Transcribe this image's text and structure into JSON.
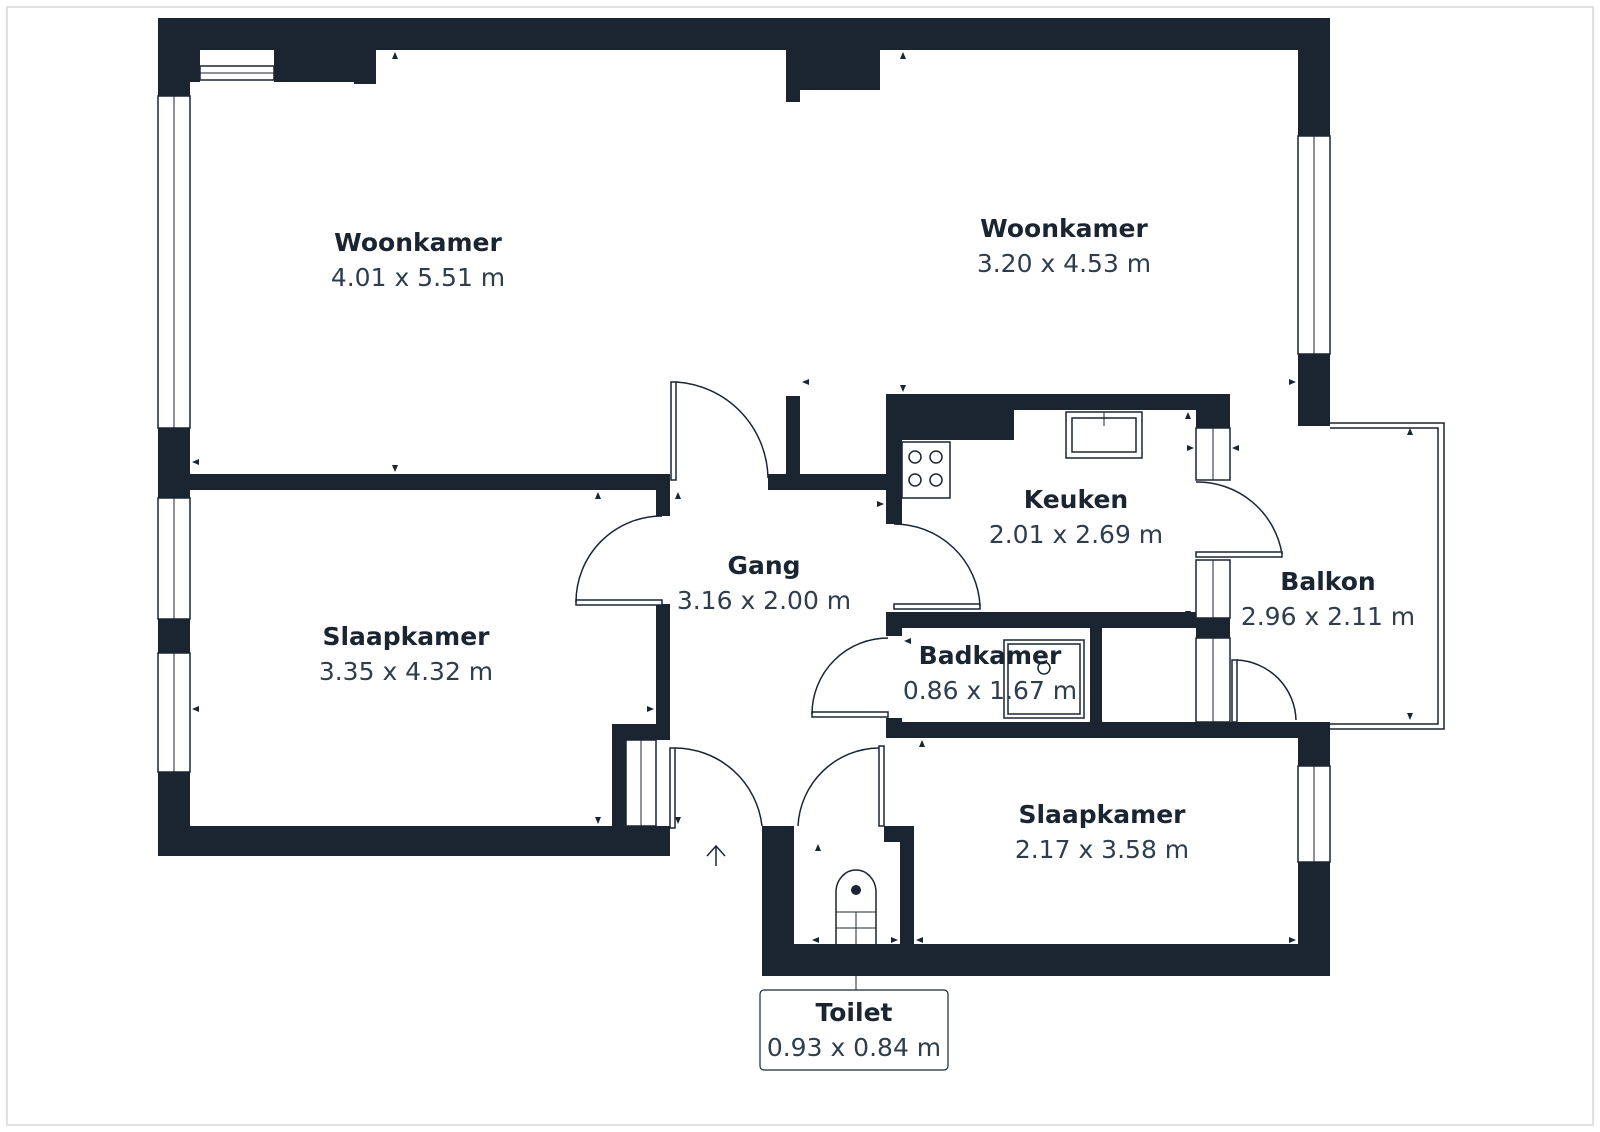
{
  "rooms": {
    "woonkamer_1": {
      "name": "Woonkamer",
      "size": "4.01 x 5.51 m"
    },
    "woonkamer_2": {
      "name": "Woonkamer",
      "size": "3.20 x 4.53 m"
    },
    "keuken": {
      "name": "Keuken",
      "size": "2.01 x 2.69 m"
    },
    "gang": {
      "name": "Gang",
      "size": "3.16 x 2.00 m"
    },
    "balkon": {
      "name": "Balkon",
      "size": "2.96 x 2.11 m"
    },
    "slaapkamer_1": {
      "name": "Slaapkamer",
      "size": "3.35 x 4.32 m"
    },
    "badkamer": {
      "name": "Badkamer",
      "size": "0.86 x 1.67 m"
    },
    "slaapkamer_2": {
      "name": "Slaapkamer",
      "size": "2.17 x 3.58 m"
    },
    "toilet": {
      "name": "Toilet",
      "size": "0.93 x 0.84 m"
    }
  },
  "colors": {
    "wall": "#1b2532",
    "background": "#ffffff",
    "frame": "#d9d9d9"
  },
  "icons": {
    "entrance": "entrance-arrow-icon",
    "dimension_markers": "dimension-marker-icon"
  }
}
